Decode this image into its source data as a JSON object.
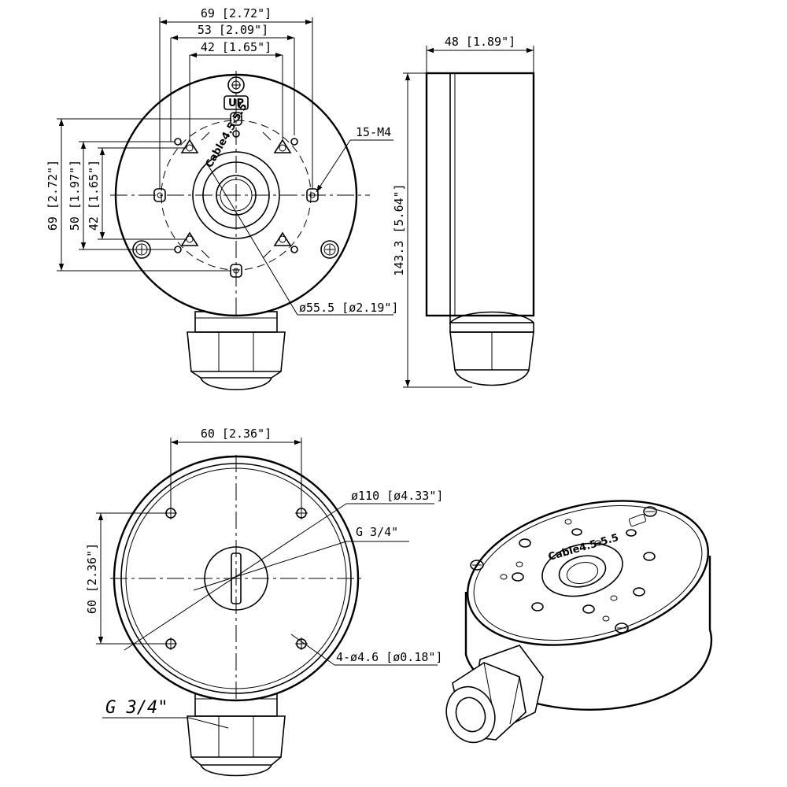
{
  "front_view": {
    "dim_width_outer": "69 [2.72\"]",
    "dim_width_mid": "53 [2.09\"]",
    "dim_width_inner": "42 [1.65\"]",
    "dim_height_outer": "69 [2.72\"]",
    "dim_height_mid": "50 [1.97\"]",
    "dim_height_inner": "42 [1.65\"]",
    "thread_label": "15-M4",
    "diameter_label": "ø55.5 [ø2.19\"]",
    "up_badge": "UP",
    "cable_text": "Cable4.5-5.5"
  },
  "side_view": {
    "dim_depth": "48 [1.89\"]",
    "dim_height": "143.3 [5.64\"]"
  },
  "bottom_view": {
    "dim_width": "60 [2.36\"]",
    "dim_height": "60 [2.36\"]",
    "diameter_label": "ø110 [ø4.33\"]",
    "thread_label": "G 3/4\"",
    "holes_label": "4-ø4.6 [ø0.18\"]",
    "gland_thread_label": "G 3/4\""
  },
  "iso_view": {
    "cable_text": "Cable4.5-5.5"
  }
}
